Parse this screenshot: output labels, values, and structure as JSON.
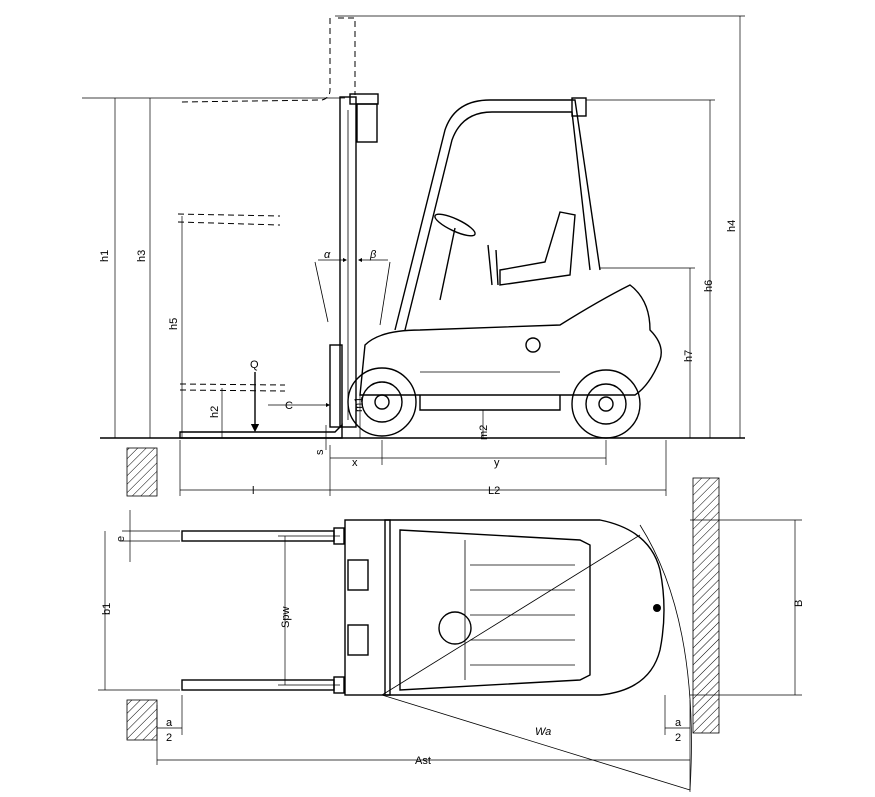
{
  "labels": {
    "h1": "h1",
    "h3": "h3",
    "h5": "h5",
    "h2": "h2",
    "h4": "h4",
    "h6": "h6",
    "h7": "h7",
    "Q": "Q",
    "C": "C",
    "m1": "m1",
    "m2": "m2",
    "s": "s",
    "x": "x",
    "y": "y",
    "l": "l",
    "L2": "L2",
    "alpha": "α",
    "beta": "β",
    "e": "e",
    "b1": "b1",
    "Spw": "Spw",
    "B": "B",
    "Wa": "Wa",
    "a2_left_num": "a",
    "a2_left_den": "2",
    "a2_right_num": "a",
    "a2_right_den": "2",
    "Ast": "Ast"
  }
}
